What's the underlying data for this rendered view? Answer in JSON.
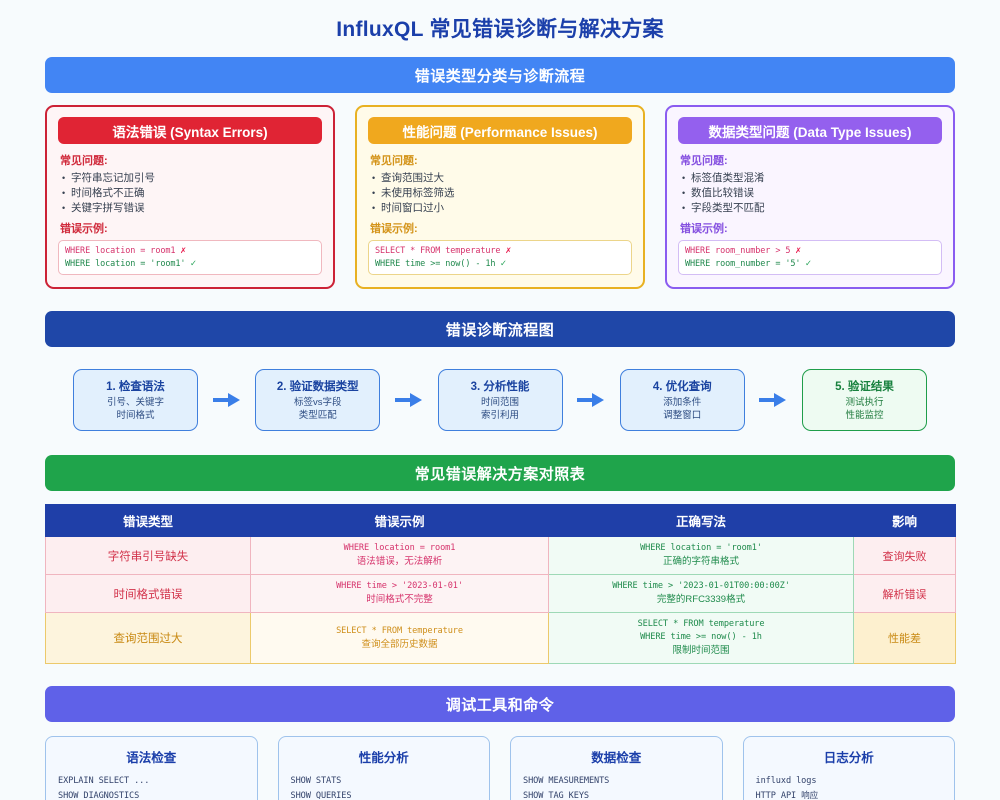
{
  "page": {
    "title": "InfluxQL 常见错误诊断与解决方案",
    "background": "#f7fbfd"
  },
  "colors": {
    "title": "#1b3faa",
    "banner_blue": "#4285f4",
    "banner_navy": "#1f47a8",
    "banner_green": "#1fa44b",
    "banner_indigo": "#5f61e8",
    "error_red": "#e02434",
    "warn_amber": "#f0a81e",
    "type_violet": "#9460ee",
    "ok_green": "#1f8b4c"
  },
  "sections": {
    "classification": {
      "banner": "错误类型分类与诊断流程"
    },
    "flowchart": {
      "banner": "错误诊断流程图"
    },
    "table": {
      "banner": "常见错误解决方案对照表"
    },
    "tools": {
      "banner": "调试工具和命令"
    }
  },
  "error_cards": [
    {
      "title": "语法错误 (Syntax Errors)",
      "issues_label": "常见问题:",
      "issues": [
        "字符串忘记加引号",
        "时间格式不正确",
        "关键字拼写错误"
      ],
      "example_label": "错误示例:",
      "bad_code": "WHERE location = room1",
      "bad_mark": "✗",
      "good_code": "WHERE location = 'room1'",
      "good_mark": "✓"
    },
    {
      "title": "性能问题 (Performance Issues)",
      "issues_label": "常见问题:",
      "issues": [
        "查询范围过大",
        "未使用标签筛选",
        "时间窗口过小"
      ],
      "example_label": "错误示例:",
      "bad_code": "SELECT * FROM temperature",
      "bad_mark": "✗",
      "good_code": "WHERE time >= now() - 1h",
      "good_mark": "✓"
    },
    {
      "title": "数据类型问题 (Data Type Issues)",
      "issues_label": "常见问题:",
      "issues": [
        "标签值类型混淆",
        "数值比较错误",
        "字段类型不匹配"
      ],
      "example_label": "错误示例:",
      "bad_code": "WHERE room_number > 5",
      "bad_mark": "✗",
      "good_code": "WHERE room_number = '5'",
      "good_mark": "✓"
    }
  ],
  "flow_steps": [
    {
      "title": "1. 检查语法",
      "lines": [
        "引号、关键字",
        "时间格式"
      ],
      "final": false
    },
    {
      "title": "2. 验证数据类型",
      "lines": [
        "标签vs字段",
        "类型匹配"
      ],
      "final": false
    },
    {
      "title": "3. 分析性能",
      "lines": [
        "时间范围",
        "索引利用"
      ],
      "final": false
    },
    {
      "title": "4. 优化查询",
      "lines": [
        "添加条件",
        "调整窗口"
      ],
      "final": false
    },
    {
      "title": "5. 验证结果",
      "lines": [
        "测试执行",
        "性能监控"
      ],
      "final": true
    }
  ],
  "table": {
    "headers": [
      "错误类型",
      "错误示例",
      "正确写法",
      "影响"
    ],
    "rows": [
      {
        "severity": "error",
        "type": "字符串引号缺失",
        "bad_code": "WHERE location = room1",
        "bad_note": "语法错误，无法解析",
        "good_code": "WHERE location = 'room1'",
        "good_note": "正确的字符串格式",
        "impact": "查询失败"
      },
      {
        "severity": "error",
        "type": "时间格式错误",
        "bad_code": "WHERE time > '2023-01-01'",
        "bad_note": "时间格式不完整",
        "good_code": "WHERE time > '2023-01-01T00:00:00Z'",
        "good_note": "完整的RFC3339格式",
        "impact": "解析错误"
      },
      {
        "severity": "warn",
        "type": "查询范围过大",
        "bad_code": "SELECT * FROM temperature",
        "bad_note": "查询全部历史数据",
        "good_code": "SELECT * FROM temperature",
        "good_code2": "WHERE time >= now() - 1h",
        "good_note": "限制时间范围",
        "impact": "性能差"
      }
    ]
  },
  "tools": [
    {
      "title": "语法检查",
      "commands": [
        "EXPLAIN SELECT ...",
        "SHOW DIAGNOSTICS"
      ]
    },
    {
      "title": "性能分析",
      "commands": [
        "SHOW STATS",
        "SHOW QUERIES"
      ]
    },
    {
      "title": "数据检查",
      "commands": [
        "SHOW MEASUREMENTS",
        "SHOW TAG KEYS"
      ]
    },
    {
      "title": "日志分析",
      "commands": [
        "influxd logs",
        "HTTP API 响应"
      ]
    }
  ]
}
